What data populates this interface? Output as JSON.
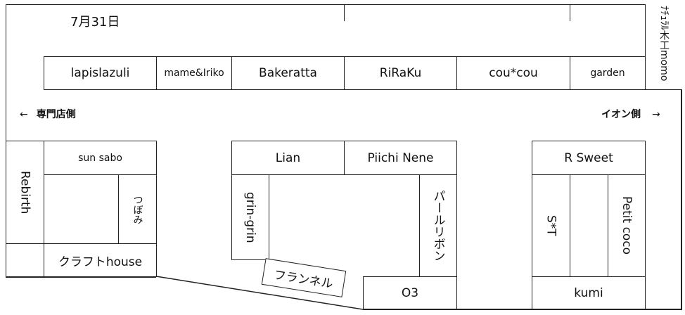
{
  "date": "7月31日",
  "top_row": [
    {
      "id": "lapislazuli",
      "label": "lapislazuli"
    },
    {
      "id": "mame-iriko",
      "label": "mame&Iriko"
    },
    {
      "id": "bakeratta",
      "label": "Bakeratta"
    },
    {
      "id": "riraku",
      "label": "RiRaKu"
    },
    {
      "id": "coucou",
      "label": "cou*cou"
    },
    {
      "id": "garden",
      "label": "garden"
    }
  ],
  "corner_shop": "ﾅﾁｭﾗﾙ木工momo",
  "direction": {
    "left_arrow": "←",
    "left_label": "専門店側",
    "right_label": "イオン側",
    "right_arrow": "→"
  },
  "left_block": {
    "rebirth": "Rebirth",
    "sun_sabo": "sun sabo",
    "tsubomi": "つぼみ",
    "craft_house": "クラフトhouse"
  },
  "center_block": {
    "lian": "Lian",
    "piichi_nene": "Piichi Nene",
    "grin_grin": "grin-grin",
    "pearl_ribbon": "パールリボン",
    "flannel": "フランネル",
    "o3": "O3"
  },
  "right_block": {
    "r_sweet": "R Sweet",
    "st": "S*T",
    "petit_coco": "Petit coco",
    "kumi": "kumi"
  }
}
